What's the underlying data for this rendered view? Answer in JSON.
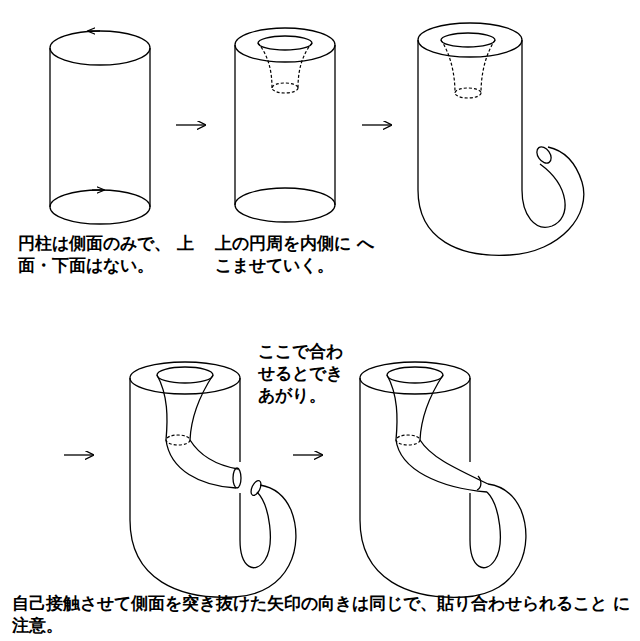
{
  "diagram": {
    "labels": [
      "円柱は側面のみで、 上面・下面はない。",
      "上の円周を内側に へこませていく。",
      "ここで合わ せるとでき あがり。",
      "自己接触させて側面を突き抜けた矢印の向きは同じで、貼り合わせられること に注意。"
    ]
  }
}
